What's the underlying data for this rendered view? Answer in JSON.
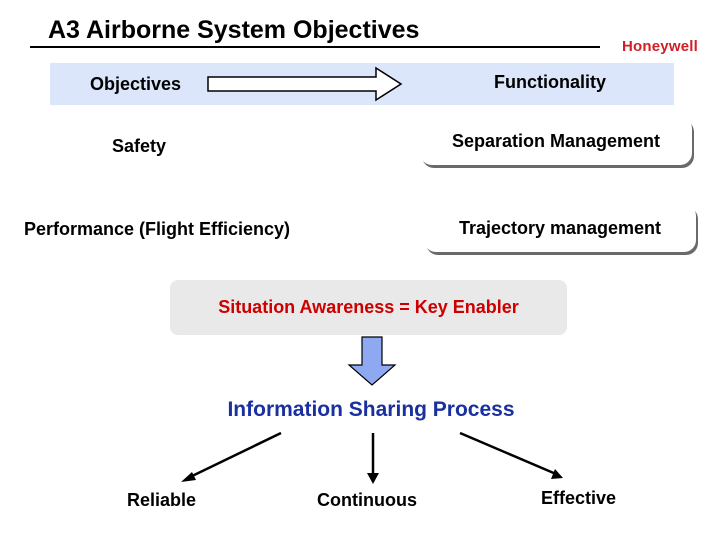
{
  "title": "A3 Airborne System Objectives",
  "logo": "Honeywell",
  "header": {
    "left_label": "Objectives",
    "right_label": "Functionality"
  },
  "objectives": [
    {
      "label": "Safety"
    },
    {
      "label": "Performance (Flight Efficiency)"
    }
  ],
  "functionality": [
    {
      "label": "Separation Management"
    },
    {
      "label": "Trajectory management"
    }
  ],
  "enabler": "Situation Awareness = Key Enabler",
  "process": "Information Sharing Process",
  "attributes": [
    {
      "label": "Reliable"
    },
    {
      "label": "Continuous"
    },
    {
      "label": "Effective"
    }
  ],
  "colors": {
    "banner": "#dbe6fa",
    "enabler_text": "#cc0000",
    "process_text": "#1a2fa0",
    "down_arrow_fill": "#8fa8f2",
    "logo": "#d01f28"
  }
}
